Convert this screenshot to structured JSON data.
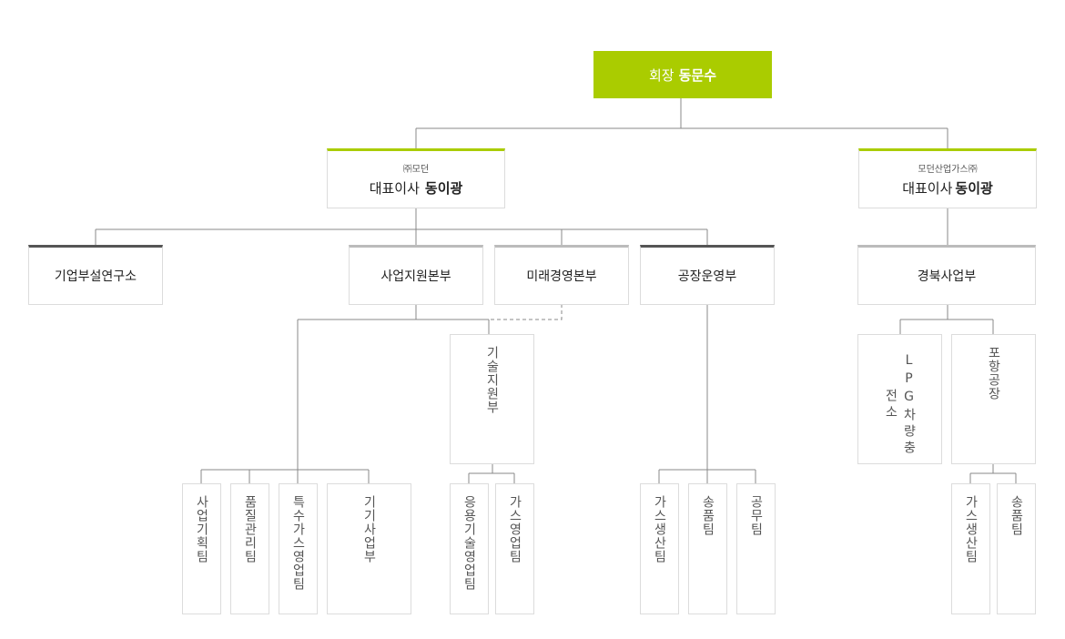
{
  "ceo": {
    "title": "회장",
    "name": "동문수"
  },
  "exec_modern": {
    "company": "㈜모던",
    "title": "대표이사",
    "name": "동이광"
  },
  "exec_gas": {
    "company": "모던산업가스㈜",
    "title": "대표이사",
    "name": "동이광"
  },
  "depts": {
    "rnd": "기업부설연구소",
    "biz_support": "사업지원본부",
    "future": "미래경영본부",
    "plant_ops": "공장운영부",
    "gyeongbuk": "경북사업부"
  },
  "subdepts": {
    "tech_support": "기술지원부",
    "lpg": "LPG차량충전소",
    "pohang": "포항공장"
  },
  "teams": {
    "biz_planning": "사업기획팀",
    "quality": "품질관리팀",
    "special_gas_sales": "특수가스영업팀",
    "equipment": "기기사업부",
    "applied_tech_sales": "응용기술영업팀",
    "gas_sales": "가스영업팀",
    "plant_gas_prod": "가스생산팀",
    "plant_shipping": "송품팀",
    "plant_admin": "공무팀",
    "pohang_gas_prod": "가스생산팀",
    "pohang_shipping": "송품팀"
  },
  "colors": {
    "accent": "#aacc00",
    "line": "#888888",
    "border": "#dcdcdc",
    "dark_accent": "#555555"
  }
}
